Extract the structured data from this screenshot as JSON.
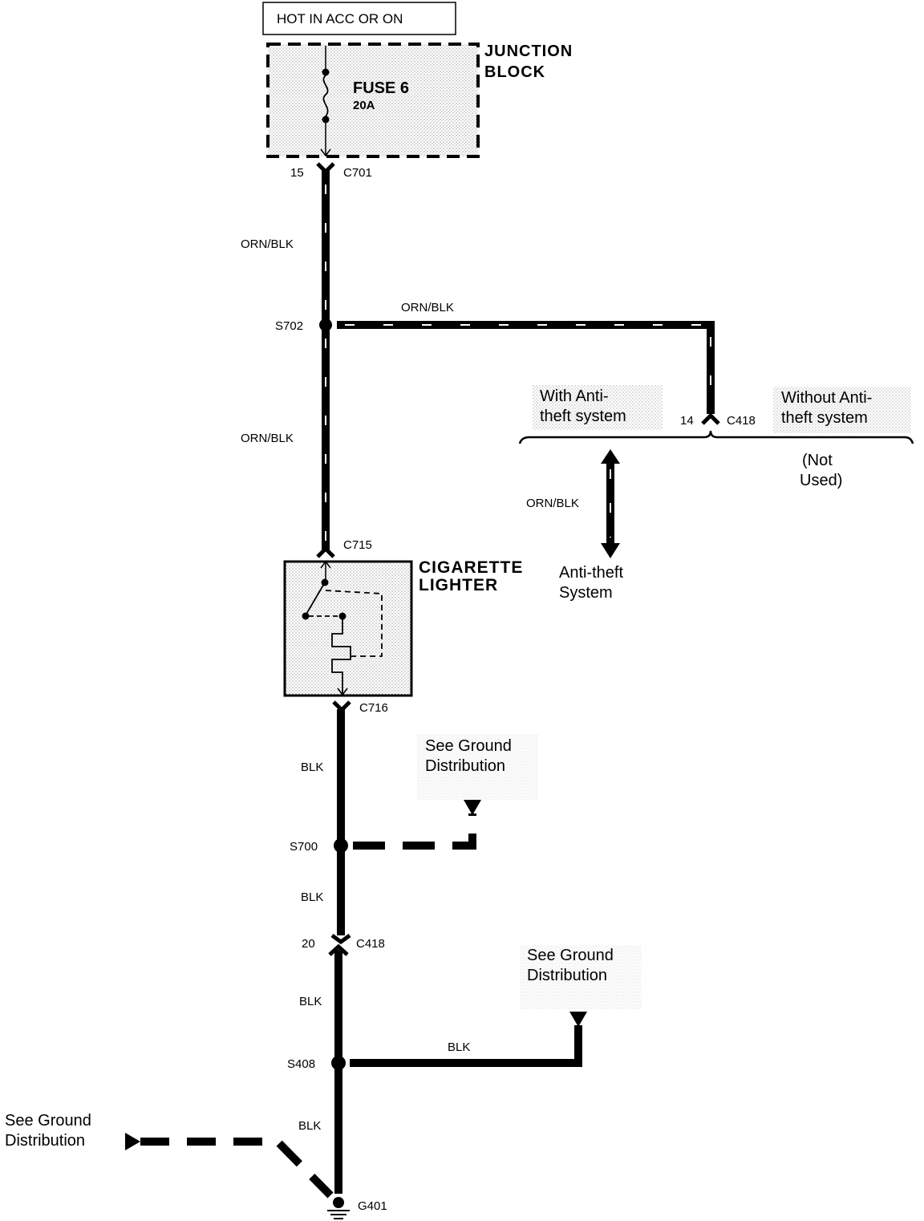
{
  "power_source": {
    "label": "HOT IN ACC OR ON"
  },
  "junction_block": {
    "title_line1": "JUNCTION",
    "title_line2": "BLOCK",
    "fuse_name": "FUSE 6",
    "fuse_rating": "20A"
  },
  "connectors": {
    "c701": {
      "pin": "15",
      "name": "C701"
    },
    "c715": {
      "name": "C715"
    },
    "c716": {
      "name": "C716"
    },
    "c418_top": {
      "pin": "14",
      "name": "C418"
    },
    "c418_bottom": {
      "pin": "20",
      "name": "C418"
    }
  },
  "splices": {
    "s702": "S702",
    "s700": "S700",
    "s408": "S408"
  },
  "ground": {
    "name": "G401"
  },
  "wires": {
    "orn_blk_1": "ORN/BLK",
    "orn_blk_2": "ORN/BLK",
    "orn_blk_3": "ORN/BLK",
    "orn_blk_4": "ORN/BLK",
    "blk_1": "BLK",
    "blk_2": "BLK",
    "blk_3": "BLK",
    "blk_4": "BLK",
    "blk_5": "BLK"
  },
  "component": {
    "line1": "CIGARETTE",
    "line2": "LIGHTER"
  },
  "options": {
    "with_line1": "With Anti-",
    "with_line2": "theft system",
    "without_line1": "Without Anti-",
    "without_line2": "theft system",
    "not_used_line1": "(Not",
    "not_used_line2": "Used)"
  },
  "antitheft": {
    "line1": "Anti-theft",
    "line2": "System"
  },
  "ground_refs": {
    "ref1_line1": "See Ground",
    "ref1_line2": "Distribution",
    "ref2_line1": "See Ground",
    "ref2_line2": "Distribution",
    "ref3_line1": "See Ground",
    "ref3_line2": "Distribution"
  }
}
